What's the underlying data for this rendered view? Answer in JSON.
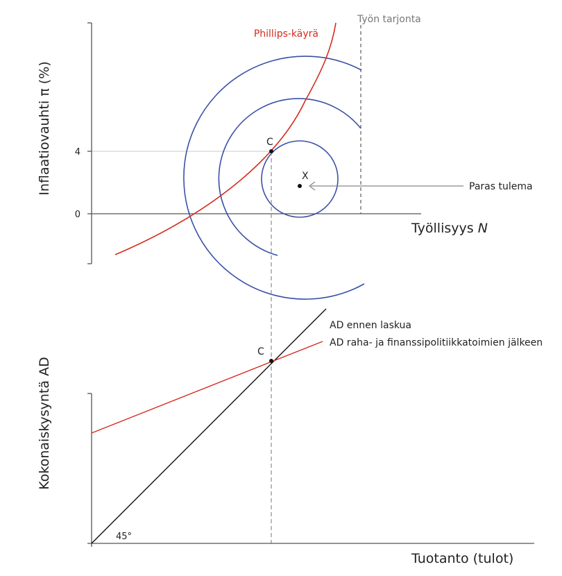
{
  "top_panel": {
    "y_axis_title": "Inflaatiovauhti π (%)",
    "x_axis_title_prefix": "Työllisyys ",
    "x_axis_title_var": "N",
    "y_ticks": [
      "4",
      "0"
    ],
    "phillips_label": "Phillips-käyrä",
    "labour_supply_label": "Työn tarjonta",
    "point_c_label": "C",
    "point_x_label": "X",
    "best_outcome_label": "Paras tulema"
  },
  "bottom_panel": {
    "y_axis_title": "Kokonaiskysyntä AD",
    "x_axis_title": "Tuotanto (tulot)",
    "ad_before_label": "AD ennen laskua",
    "ad_after_label": "AD raha- ja finanssipolitiikkatoimien jälkeen",
    "point_c_label": "C",
    "angle_label": "45°"
  },
  "colors": {
    "axis": "#555555",
    "indifference_curves": "#3b4fa6",
    "phillips_curve": "#d52b1e",
    "ad_after": "#d52b1e",
    "ad_before": "#111111",
    "guide_lines": "#8a96a3"
  }
}
